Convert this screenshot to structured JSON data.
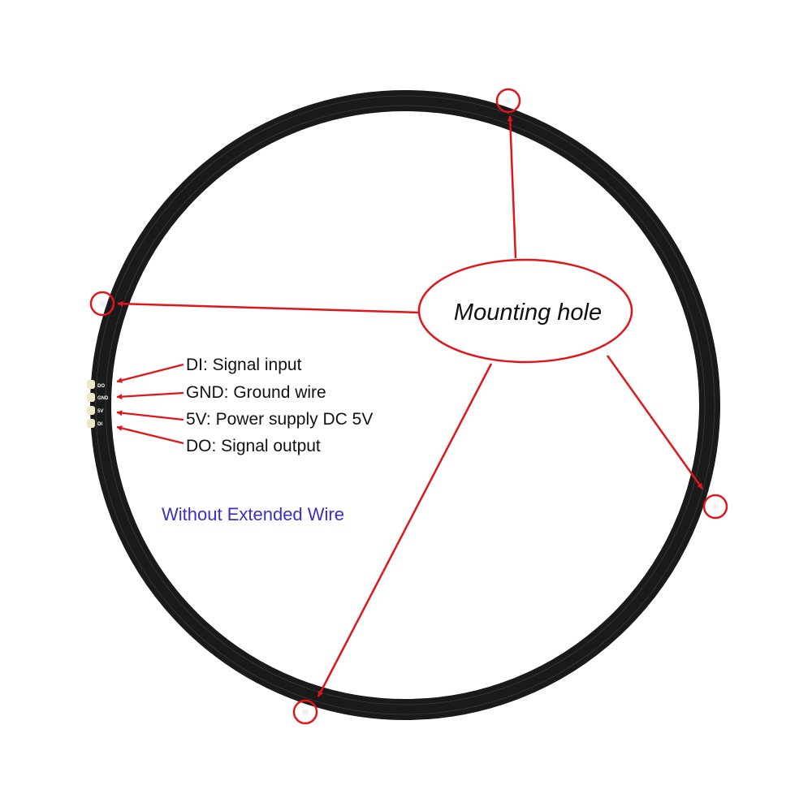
{
  "callout": {
    "label": "Mounting hole"
  },
  "pins": [
    {
      "name": "DI",
      "desc": "Signal input"
    },
    {
      "name": "GND",
      "desc": "Ground wire"
    },
    {
      "name": "5V",
      "desc": "Power supply DC 5V"
    },
    {
      "name": "DO",
      "desc": "Signal output"
    }
  ],
  "pad_labels": [
    "DO",
    "GND",
    "5V",
    "DI"
  ],
  "note": {
    "text": "Without Extended Wire"
  },
  "colors": {
    "ring": "#1a1a1a",
    "annotation": "#e0161b",
    "note": "#3a2fc9",
    "mounting_hole": "#f2f2f2",
    "pad": "#f0e6c8"
  }
}
